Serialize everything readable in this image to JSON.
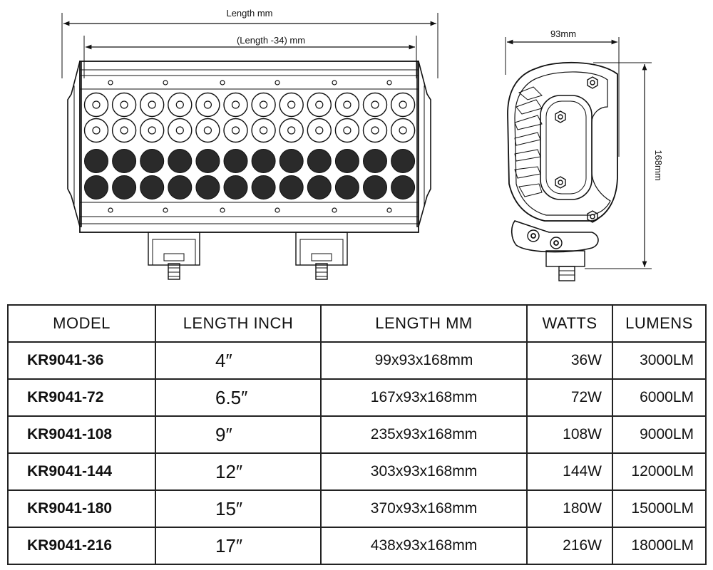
{
  "dimensions": {
    "length_label": "Length mm",
    "inner_length_label": "(Length -34) mm",
    "width_label": "93mm",
    "height_label": "168mm"
  },
  "table": {
    "headers": [
      "MODEL",
      "LENGTH INCH",
      "LENGTH MM",
      "WATTS",
      "LUMENS"
    ],
    "rows": [
      {
        "model": "KR9041-36",
        "inch": "4″",
        "mm": "99x93x168mm",
        "watts": "36W",
        "lumens": "3000LM"
      },
      {
        "model": "KR9041-72",
        "inch": "6.5″",
        "mm": "167x93x168mm",
        "watts": "72W",
        "lumens": "6000LM"
      },
      {
        "model": "KR9041-108",
        "inch": "9″",
        "mm": "235x93x168mm",
        "watts": "108W",
        "lumens": "9000LM"
      },
      {
        "model": "KR9041-144",
        "inch": "12″",
        "mm": "303x93x168mm",
        "watts": "144W",
        "lumens": "12000LM"
      },
      {
        "model": "KR9041-180",
        "inch": "15″",
        "mm": "370x93x168mm",
        "watts": "180W",
        "lumens": "15000LM"
      },
      {
        "model": "KR9041-216",
        "inch": "17″",
        "mm": "438x93x168mm",
        "watts": "216W",
        "lumens": "18000LM"
      }
    ]
  }
}
